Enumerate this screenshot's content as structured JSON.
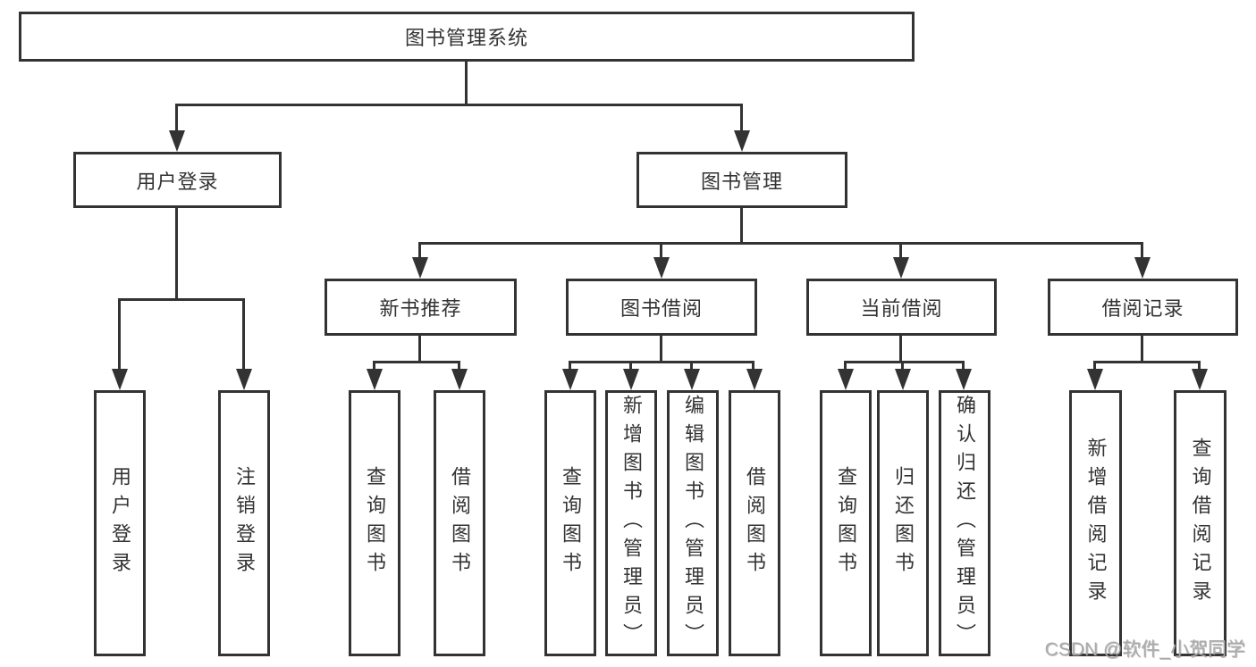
{
  "colors": {
    "line": "#333333",
    "text": "#333333",
    "watermark": "#ababab",
    "background": "#ffffff"
  },
  "diagram": {
    "root": {
      "label": "图书管理系统"
    },
    "level2": {
      "user_login": {
        "label": "用户登录"
      },
      "book_management": {
        "label": "图书管理"
      }
    },
    "level3": {
      "new_book_recommend": {
        "label": "新书推荐"
      },
      "book_borrow": {
        "label": "图书借阅"
      },
      "current_borrow": {
        "label": "当前借阅"
      },
      "borrow_record": {
        "label": "借阅记录"
      }
    },
    "leaves": {
      "user_login": {
        "label": "用户登录"
      },
      "logout": {
        "label": "注销登录"
      },
      "recommend_query_books": {
        "label": "查询图书"
      },
      "recommend_borrow_books": {
        "label": "借阅图书"
      },
      "borrow_query_books": {
        "label": "查询图书"
      },
      "borrow_add_books": {
        "label": "新增图书（管理员）"
      },
      "borrow_edit_books": {
        "label": "编辑图书（管理员）"
      },
      "borrow_borrow_books": {
        "label": "借阅图书"
      },
      "current_query_books": {
        "label": "查询图书"
      },
      "current_return_books": {
        "label": "归还图书"
      },
      "current_confirm_return": {
        "label": "确认归还（管理员）"
      },
      "record_add": {
        "label": "新增借阅记录"
      },
      "record_query": {
        "label": "查询借阅记录"
      }
    },
    "watermark": "CSDN @软件_小贺同学"
  }
}
